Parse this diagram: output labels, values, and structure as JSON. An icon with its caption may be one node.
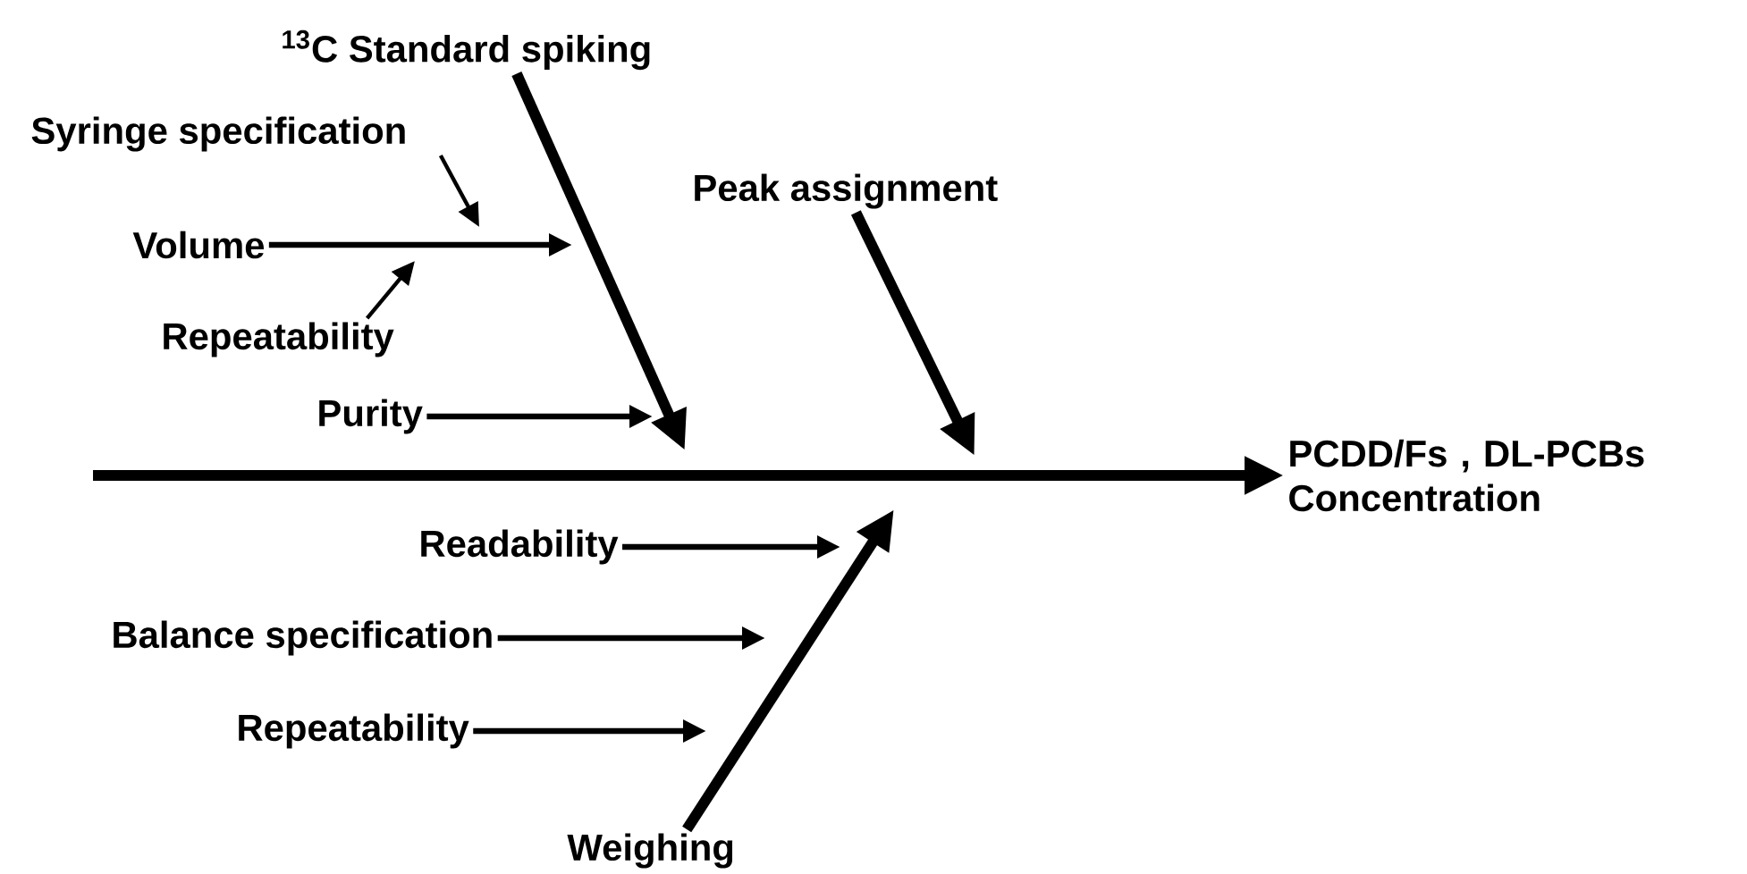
{
  "diagram": {
    "nodes": [
      {
        "text": [
          "$^{13}$C Standard spiking"
        ]
      },
      {
        "text": [
          "Syringe specification"
        ]
      },
      {
        "text": [
          "Volume"
        ]
      },
      {
        "text": [
          "Peak assignment"
        ]
      },
      {
        "text": [
          "Repeatability"
        ]
      },
      {
        "text": [
          "Purity"
        ]
      },
      {
        "text": [
          "PCDD/Fs , DL-PCBs Concentration"
        ]
      },
      {
        "text": [
          "Readability"
        ]
      },
      {
        "text": [
          "Balance specification"
        ]
      },
      {
        "text": [
          "Repeatability"
        ]
      },
      {
        "text": [
          "Weighing"
        ]
      }
    ],
    "edges": [
      {
        "from": 0,
        "to": null,
        "arrow": "to",
        "style": "thick"
      },
      {
        "from": 1,
        "to": null,
        "arrow": "to"
      },
      {
        "from": 2,
        "to": null,
        "arrow": "to"
      },
      {
        "from": 4,
        "to": null,
        "arrow": "to"
      },
      {
        "from": 5,
        "to": null,
        "arrow": "to"
      },
      {
        "from": 3,
        "to": null,
        "arrow": "to",
        "style": "thick"
      },
      {
        "from": null,
        "to": 6,
        "arrow": "to",
        "style": "thick"
      },
      {
        "from": 7,
        "to": null,
        "arrow": "to"
      },
      {
        "from": 8,
        "to": null,
        "arrow": "to"
      },
      {
        "from": 9,
        "to": null,
        "arrow": "to"
      },
      {
        "from": 10,
        "to": null,
        "arrow": "to",
        "style": "thick"
      }
    ]
  }
}
